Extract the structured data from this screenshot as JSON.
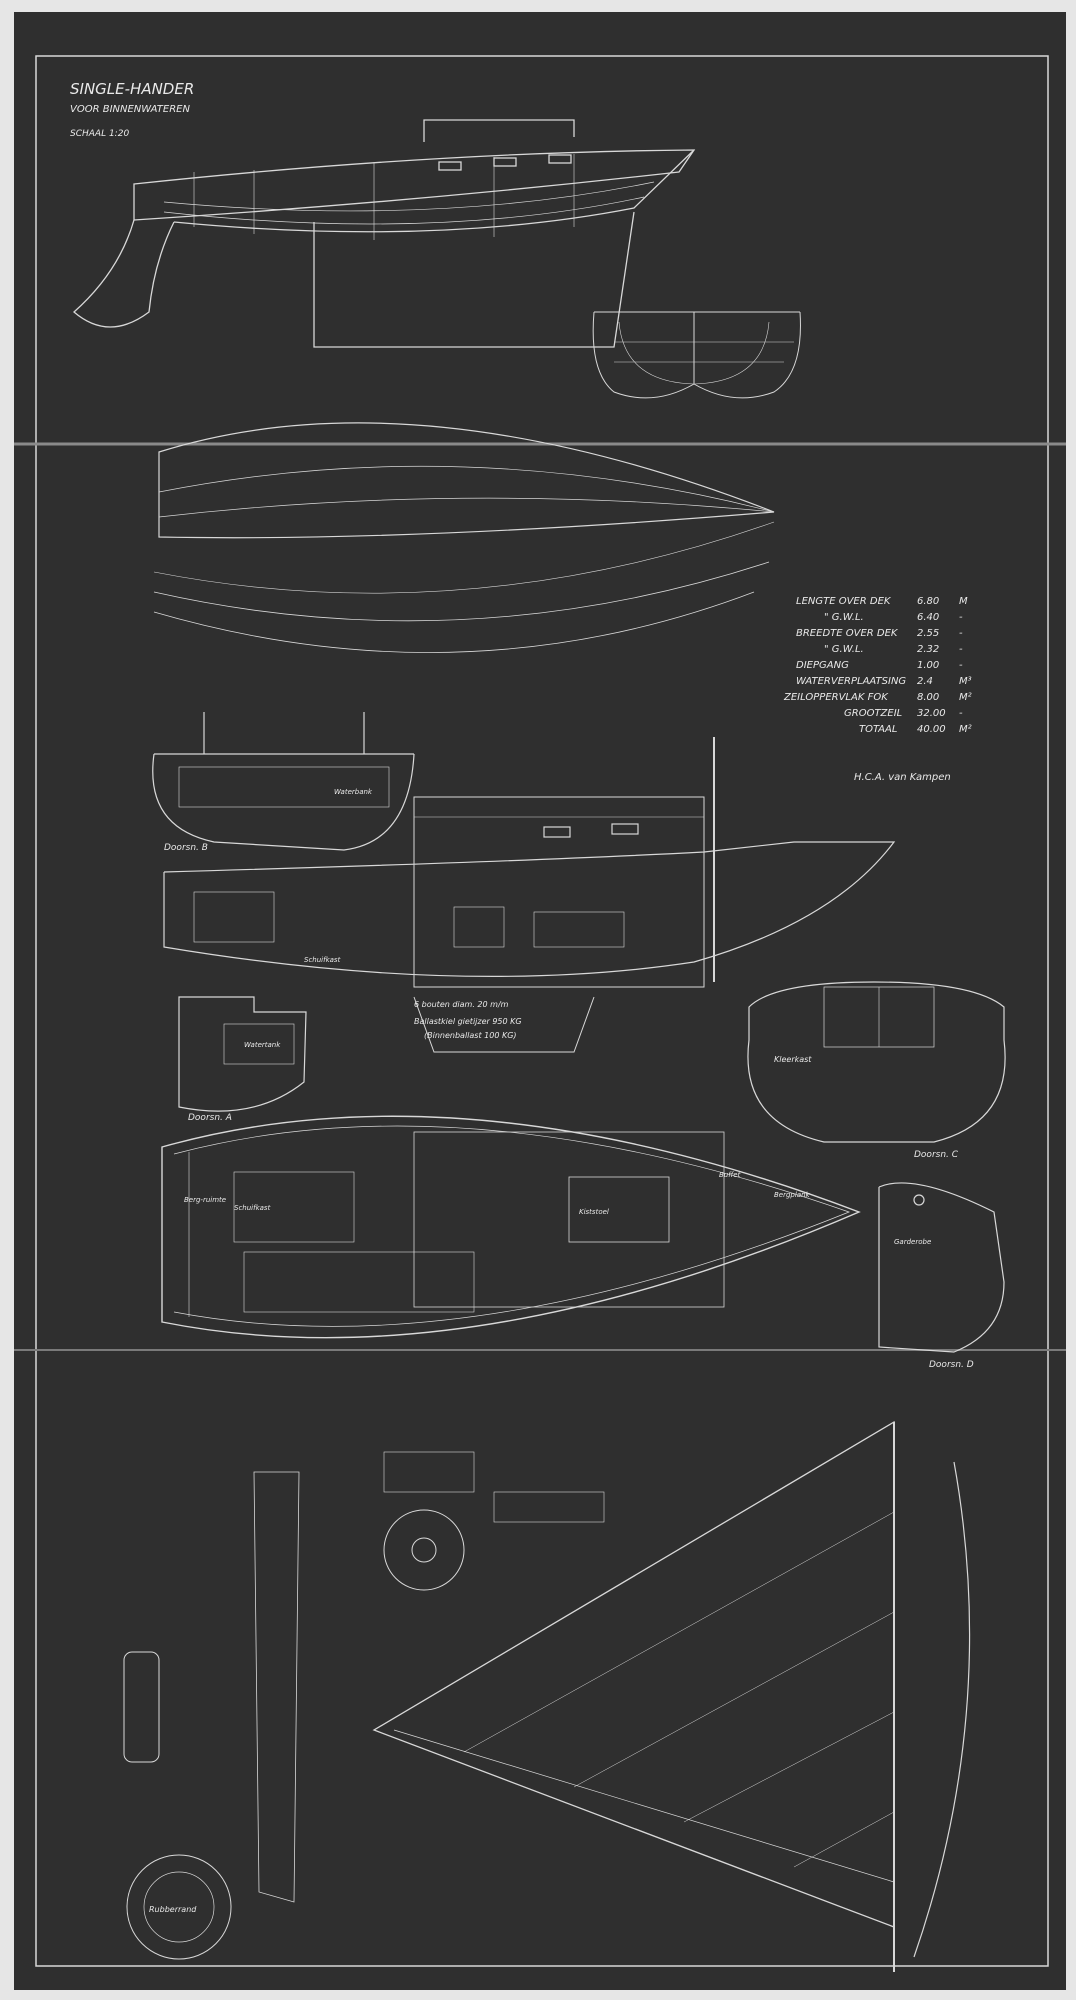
{
  "colors": {
    "paper": "#2f2f2f",
    "line": "#d8d8d8",
    "border": "#e6e6e6"
  },
  "title": {
    "main": "SINGLE-HANDER",
    "sub": "VOOR BINNENWATEREN",
    "scale": "SCHAAL 1:20"
  },
  "specs": [
    {
      "label": "LENGTE OVER DEK",
      "value": "6.80",
      "unit": "M"
    },
    {
      "label": "\" G.W.L.",
      "value": "6.40",
      "unit": "-"
    },
    {
      "label": "BREEDTE OVER DEK",
      "value": "2.55",
      "unit": "-"
    },
    {
      "label": "\" G.W.L.",
      "value": "2.32",
      "unit": "-"
    },
    {
      "label": "DIEPGANG",
      "value": "1.00",
      "unit": "-"
    },
    {
      "label": "WATERVERPLAATSING",
      "value": "2.4",
      "unit": "M³"
    },
    {
      "label": "ZEILOPPERVLAK FOK",
      "value": "8.00",
      "unit": "M²"
    },
    {
      "label": "GROOTZEIL",
      "value": "32.00",
      "unit": "-"
    },
    {
      "label": "TOTAAL",
      "value": "40.00",
      "unit": "M²"
    }
  ],
  "signature": "H.C.A. van Kampen",
  "sections": {
    "b": "Doorsn. B",
    "a": "Doorsn. A",
    "c": "Doorsn. C",
    "d": "Doorsn. D"
  },
  "labels": {
    "ballast": "Ballastkiel gietijzer 950 KG",
    "ballast2": "(Binnenballast 100 KG)",
    "bouten": "6 bouten diam. 20 m/m",
    "waterbank": "Waterbank",
    "watertank": "Watertank",
    "schuifkast": "Schuifkast",
    "kiststoel": "Kiststoel",
    "buffet": "Buffet",
    "bergplank": "Bergplank",
    "kleerkast": "Kleerkast",
    "garderobe": "Garderobe",
    "bergruimte": "Berg-ruimte",
    "rubberrand": "Rubberrand"
  }
}
